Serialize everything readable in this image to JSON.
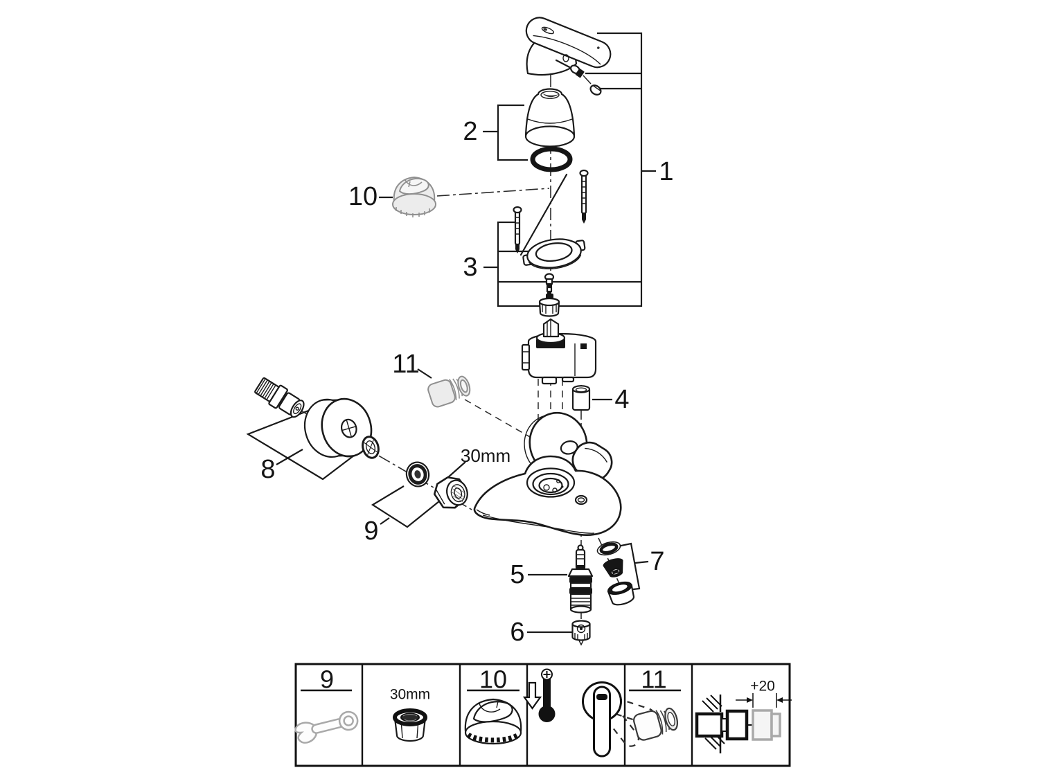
{
  "diagram": {
    "type": "exploded-parts-diagram",
    "subject": "single-lever mixer faucet spare parts",
    "callouts": {
      "1": "1",
      "2": "2",
      "3": "3",
      "4": "4",
      "5": "5",
      "6": "6",
      "7": "7",
      "8": "8",
      "9": "9",
      "10": "10",
      "11": "11"
    },
    "annotations": {
      "nut_size": "30mm"
    },
    "colors": {
      "line": "#1a1a1a",
      "gray_part": "#8f8f8f",
      "background": "#ffffff"
    }
  },
  "legend": {
    "cells": [
      {
        "label": "9",
        "icon": "open-end-wrench-icon"
      },
      {
        "label": "30mm",
        "icon": "hex-nut-icon"
      },
      {
        "label": "10",
        "icon": "handle-cap-icon"
      },
      {
        "label": "",
        "icon": "thermometer-cold-lever-icon"
      },
      {
        "label": "11",
        "icon": "adapter-nut-icon"
      },
      {
        "label": "+20",
        "icon": "wall-extension-icon"
      }
    ]
  }
}
